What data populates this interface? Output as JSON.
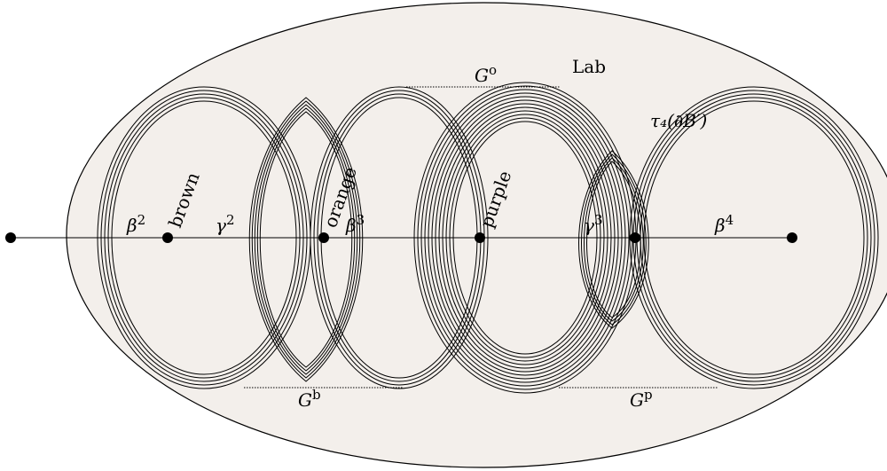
{
  "region": {
    "label": "Lab"
  },
  "gate_labels": {
    "G_o": "G",
    "G_o_sup": "o",
    "G_b": "G",
    "G_b_sup": "b",
    "G_p": "G",
    "G_p_sup": "p"
  },
  "curve_label": "τ₄(∂B′)",
  "segment_labels": {
    "beta2": "β",
    "beta2_sup": "2",
    "gamma2": "γ",
    "gamma2_sup": "2",
    "beta3": "β",
    "beta3_sup": "3",
    "gamma3": "γ",
    "gamma3_sup": "3",
    "beta4": "β",
    "beta4_sup": "4"
  },
  "point_labels": {
    "brown": "brown",
    "orange": "orange",
    "purple": "purple"
  },
  "colors": {
    "lab_fill": "#f3efeb",
    "stroke": "#000000"
  }
}
